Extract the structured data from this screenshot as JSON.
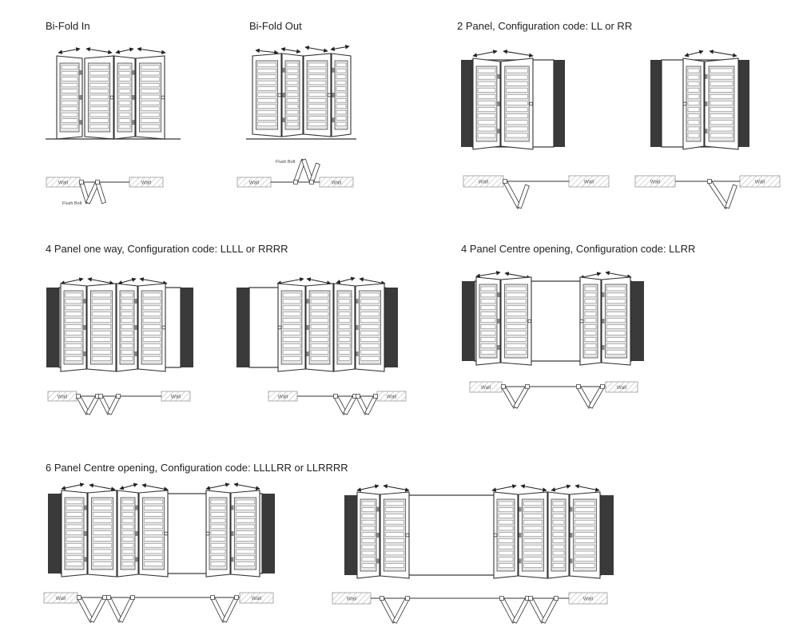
{
  "titles": {
    "bifold_in": "Bi-Fold In",
    "bifold_out": "Bi-Fold Out",
    "two_panel": "2 Panel, Configuration code: LL or RR",
    "four_oneway": "4 Panel one way, Configuration code: LLLL or RRRR",
    "four_centre": "4 Panel Centre opening, Configuration code: LLRR",
    "six_centre": "6 Panel Centre opening, Configuration code: LLLLRR or LLRRRR"
  },
  "labels": {
    "wall": "Wall",
    "flush_bolt": "Flush Bolt"
  },
  "colors": {
    "wall_fill": "#3a3a3a",
    "line": "#333333",
    "panel_fill": "#ffffff",
    "panel_shade": "#e6e6e6",
    "hatch": "#aaaaaa"
  }
}
